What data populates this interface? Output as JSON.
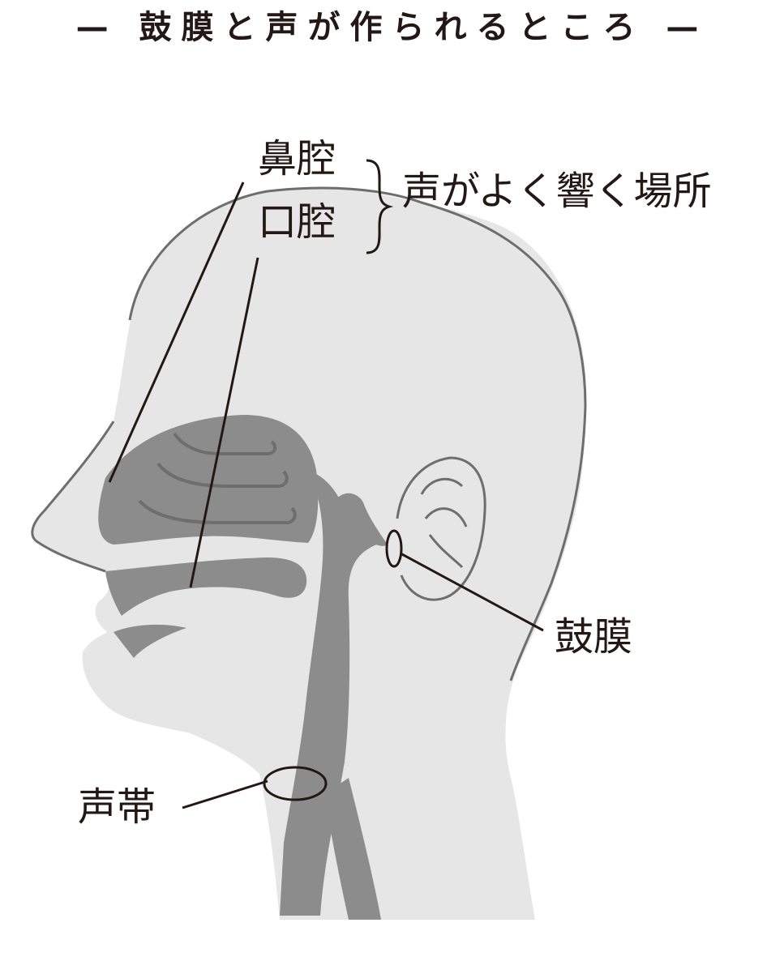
{
  "title": "— 鼓膜と声が作られるところ —",
  "labels": {
    "nasal_cavity": "鼻腔",
    "oral_cavity": "口腔",
    "resonance": "声がよく響く場所",
    "eardrum": "鼓膜",
    "vocal_cords": "声帯"
  },
  "colors": {
    "head": "#e6e6e6",
    "cavity": "#8c8c8c",
    "outline": "#6e6e6e",
    "line": "#231815"
  }
}
